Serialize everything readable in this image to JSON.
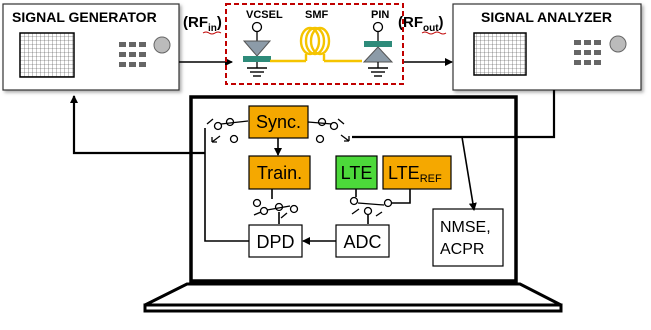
{
  "signal_generator": {
    "label": "SIGNAL GENERATOR"
  },
  "signal_analyzer": {
    "label": "SIGNAL ANALYZER"
  },
  "rf_in": {
    "main": "(RF",
    "sub": "in",
    "close": ")"
  },
  "rf_out": {
    "main": "(RF",
    "sub": "out",
    "close": ")"
  },
  "optical_link": {
    "vcsel": "VCSEL",
    "smf": "SMF",
    "pin": "PIN"
  },
  "blocks": {
    "sync": "Sync.",
    "train": "Train.",
    "lte": "LTE",
    "lte_ref": {
      "main": "LTE",
      "sub": "REF"
    },
    "dpd": "DPD",
    "adc": "ADC",
    "nmse_line1": "NMSE,",
    "nmse_line2": "ACPR"
  },
  "colors": {
    "orange_block": "#F5A800",
    "green_block": "#4CD93A",
    "dashed_box": "#C00000",
    "fiber": "#F5C400",
    "device_teal": "#2E8B7A",
    "device_gray": "#8C9BA8",
    "instrument_border": "#000000"
  },
  "icons": [
    "switch-icon",
    "laptop-icon",
    "vcsel-icon",
    "pin-photodiode-icon",
    "fiber-coil-icon",
    "ground-icon",
    "instrument-screen-icon",
    "instrument-knob-icon"
  ]
}
